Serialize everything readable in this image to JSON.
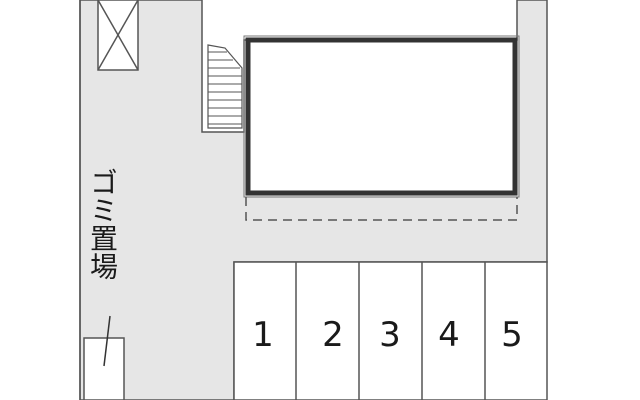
{
  "site_plan": {
    "garbage_area_label": "ゴミ置場",
    "parking_spaces": [
      {
        "number": "1"
      },
      {
        "number": "2"
      },
      {
        "number": "3"
      },
      {
        "number": "4"
      },
      {
        "number": "5"
      }
    ]
  },
  "colors": {
    "ground": "#e6e6e6",
    "outline": "#555555",
    "building_wall": "#333333",
    "paper": "#ffffff"
  }
}
